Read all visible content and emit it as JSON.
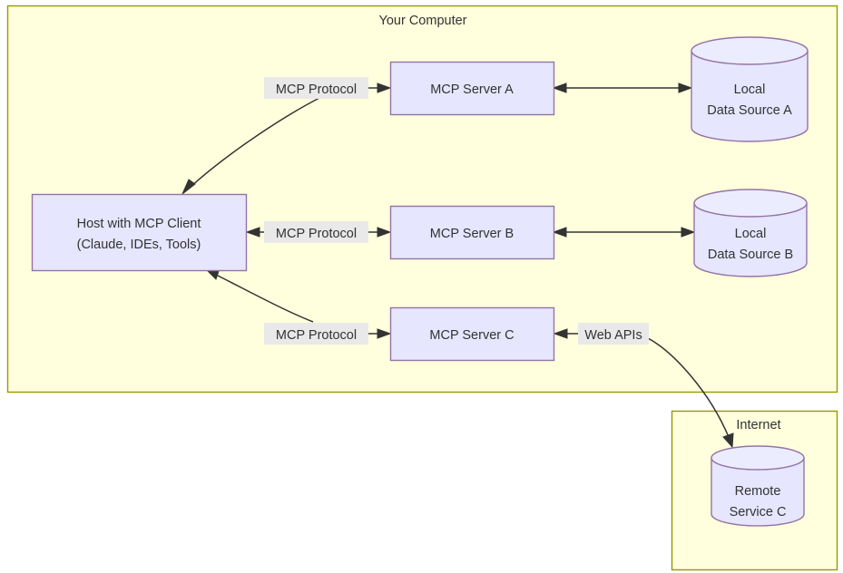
{
  "diagram": {
    "title_text": "Your Computer",
    "regions": [
      {
        "id": "your-computer",
        "label": "Your Computer"
      },
      {
        "id": "internet",
        "label": "Internet"
      }
    ],
    "nodes": {
      "host": {
        "line1": "Host with MCP Client",
        "line2": "(Claude, IDEs, Tools)"
      },
      "server_a": {
        "label": "MCP Server A"
      },
      "server_b": {
        "label": "MCP Server B"
      },
      "server_c": {
        "label": "MCP Server C"
      },
      "data_a": {
        "line1": "Local",
        "line2": "Data Source A"
      },
      "data_b": {
        "line1": "Local",
        "line2": "Data Source B"
      },
      "remote_c": {
        "line1": "Remote",
        "line2": "Service C"
      }
    },
    "edges": {
      "mcp_protocol_a": "MCP Protocol",
      "mcp_protocol_b": "MCP Protocol",
      "mcp_protocol_c": "MCP Protocol",
      "web_apis": "Web APIs"
    },
    "colors": {
      "region_fill": "#ffffdd",
      "region_stroke": "#999900",
      "node_fill": "#e6e6ff",
      "node_stroke": "#9673a6",
      "edge_stroke": "#333333",
      "label_bg": "#e9e9e9",
      "text": "#333333"
    }
  }
}
